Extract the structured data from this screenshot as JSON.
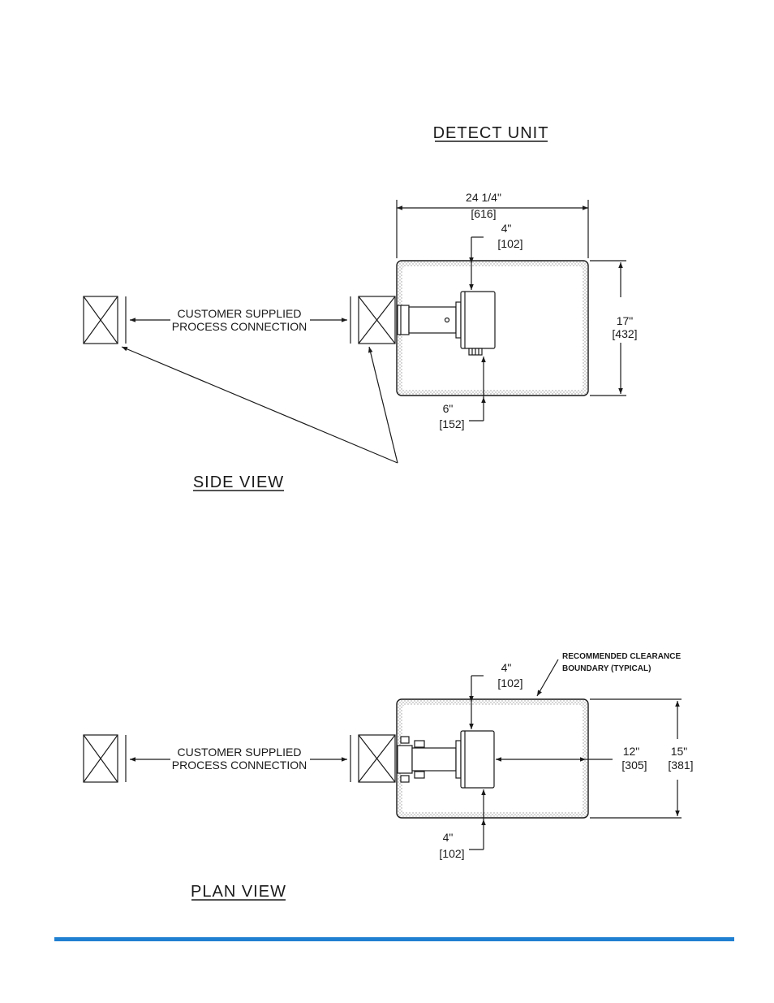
{
  "titles": {
    "detect_unit": "DETECT UNIT",
    "side_view": "SIDE VIEW",
    "plan_view": "PLAN VIEW"
  },
  "side": {
    "process_line1": "CUSTOMER SUPPLIED",
    "process_line2": "PROCESS CONNECTION",
    "width_in": "24 1/4\"",
    "width_mm": "[616]",
    "top_in": "4\"",
    "top_mm": "[102]",
    "height_in": "17\"",
    "height_mm": "[432]",
    "bottom_in": "6\"",
    "bottom_mm": "[152]"
  },
  "plan": {
    "clearance_line1": "RECOMMENDED CLEARANCE",
    "clearance_line2": "BOUNDARY (TYPICAL)",
    "process_line1": "CUSTOMER SUPPLIED",
    "process_line2": "PROCESS CONNECTION",
    "top_in": "4\"",
    "top_mm": "[102]",
    "right_in": "12\"",
    "right_mm": "[305]",
    "height_in": "15\"",
    "height_mm": "[381]",
    "bottom_in": "4\"",
    "bottom_mm": "[102]"
  },
  "colors": {
    "footer_rule": "#1f7fd1",
    "line": "#1a1a1a"
  }
}
